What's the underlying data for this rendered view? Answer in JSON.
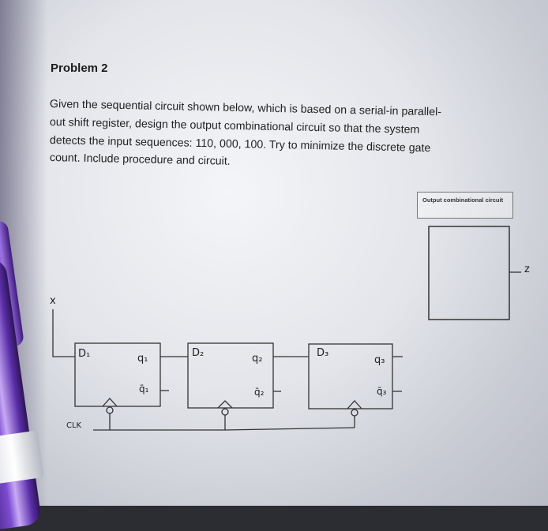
{
  "problem": {
    "title": "Problem 2",
    "lines": [
      "Given the sequential circuit shown below, which is based on a serial-in parallel-",
      "out shift register, design the output combinational circuit so that the system",
      "detects the input sequences:  110, 000, 100.  Try to minimize the discrete gate",
      "count. Include procedure and circuit."
    ]
  },
  "diagram": {
    "output_label": "Output combinational circuit",
    "input_label": "x",
    "clock_label": "CLK",
    "output_signal": "z",
    "flipflops": [
      {
        "d": "D₁",
        "q": "q₁",
        "qbar": "q̄₁"
      },
      {
        "d": "D₂",
        "q": "q₂",
        "qbar": "q̄₂"
      },
      {
        "d": "D₃",
        "q": "q₃",
        "qbar": "q̄₃"
      }
    ]
  },
  "colors": {
    "pen": "#7b4bd0",
    "ink": "#222222"
  }
}
